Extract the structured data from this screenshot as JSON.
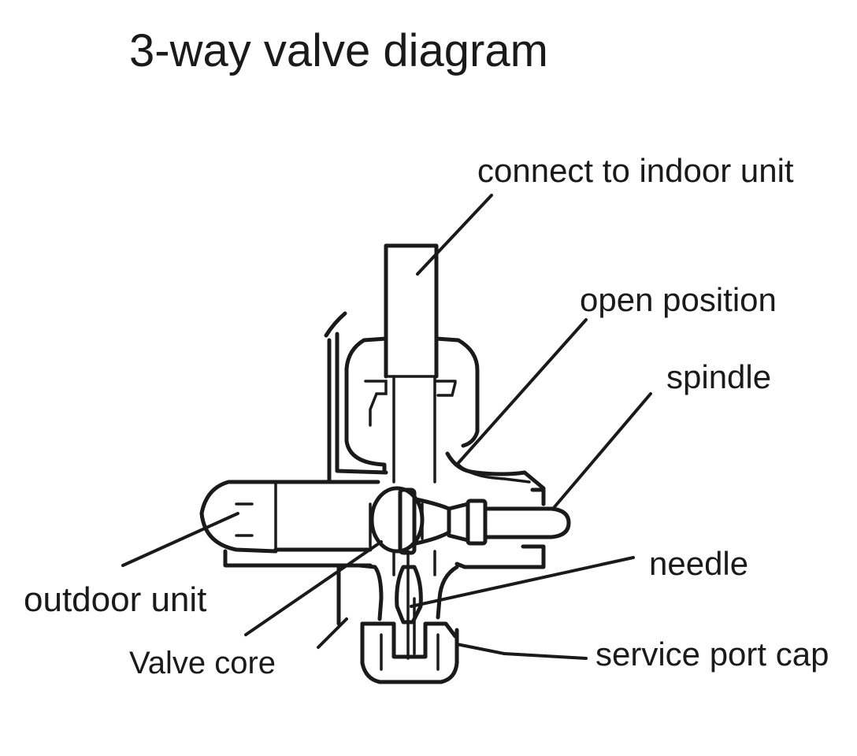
{
  "diagram": {
    "title": "3-way valve diagram",
    "labels": {
      "connect_indoor": "connect to indoor unit",
      "open_position": "open position",
      "spindle": "spindle",
      "needle": "needle",
      "outdoor_unit": "outdoor unit",
      "valve_core": "Valve core",
      "service_port_cap": "service port cap"
    }
  }
}
